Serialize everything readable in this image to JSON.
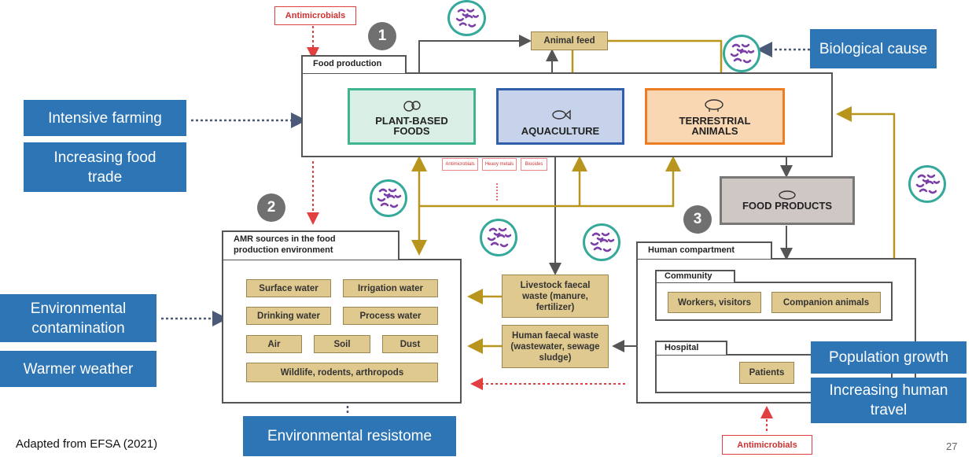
{
  "left_causes": {
    "intensive_farming": "Intensive farming",
    "increasing_food_trade": "Increasing food trade",
    "environmental_contamination": "Environmental contamination",
    "warmer_weather": "Warmer weather"
  },
  "right_causes": {
    "biological_cause": "Biological cause",
    "population_growth": "Population growth",
    "increasing_human_travel": "Increasing human travel"
  },
  "bottom_cause": {
    "environmental_resistome": "Environmental resistome"
  },
  "antimicrobials_label": "Antimicrobials",
  "step_numbers": {
    "one": "1",
    "two": "2",
    "three": "3"
  },
  "food_production": {
    "title": "Food production",
    "animal_feed": "Animal feed",
    "plant_based": "PLANT-BASED FOODS",
    "aquaculture": "AQUACULTURE",
    "terrestrial": "TERRESTRIAL ANIMALS",
    "inputs": [
      "Antimicrobials",
      "Heavy metals",
      "Biocides"
    ]
  },
  "food_products": "FOOD PRODUCTS",
  "amr_sources": {
    "title": "AMR sources in the food production environment",
    "items": {
      "surface_water": "Surface water",
      "irrigation_water": "Irrigation water",
      "drinking_water": "Drinking water",
      "process_water": "Process water",
      "air": "Air",
      "soil": "Soil",
      "dust": "Dust",
      "wildlife": "Wildlife, rodents, arthropods"
    }
  },
  "waste": {
    "livestock": "Livestock faecal waste (manure, fertilizer)",
    "human": "Human faecal waste (wastewater, sewage sludge)"
  },
  "human_compartment": {
    "title": "Human compartment",
    "community": "Community",
    "workers": "Workers, visitors",
    "companion": "Companion animals",
    "hospital": "Hospital",
    "patients": "Patients"
  },
  "footer": {
    "source": "Adapted from EFSA (2021)",
    "page": "27"
  },
  "colors": {
    "blue": "#2e75b6",
    "tan": "#e0c98e",
    "gold_arrow": "#b8961e",
    "red_dotted": "#e04040",
    "teal_ring": "#35a99b",
    "purple_microbe": "#7b3fa8"
  }
}
